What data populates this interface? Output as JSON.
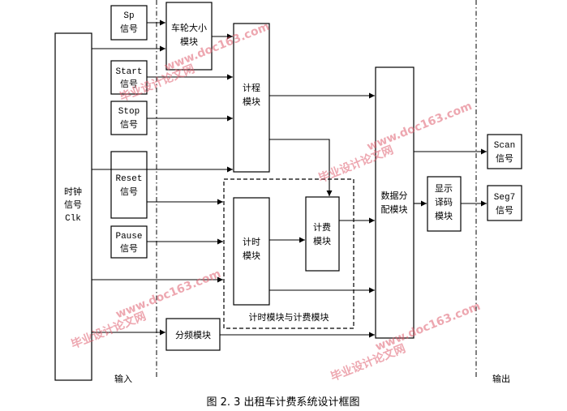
{
  "sections": {
    "input": "输入",
    "output": "输出"
  },
  "blocks": {
    "clock": [
      "时钟",
      "信号",
      "Clk"
    ],
    "sp": [
      "Sp",
      "信号"
    ],
    "start": [
      "Start",
      "信号"
    ],
    "stop": [
      "Stop",
      "信号"
    ],
    "reset": [
      "Reset",
      "信号"
    ],
    "pause": [
      "Pause",
      "信号"
    ],
    "wheel": [
      "车轮大小",
      "模块"
    ],
    "distance": [
      "计程",
      "模块"
    ],
    "timer": [
      "计时",
      "模块"
    ],
    "fee": [
      "计费",
      "模块"
    ],
    "divider": [
      "分频模块"
    ],
    "distributor": [
      "数据分",
      "配模块"
    ],
    "decoder": [
      "显示",
      "译码",
      "模块"
    ],
    "scan": [
      "Scan",
      "信号"
    ],
    "seg7": [
      "Seg7",
      "信号"
    ]
  },
  "group_label": "计时模块与计费模块",
  "caption": "图 2. 3  出租车计费系统设计框图",
  "watermark": {
    "cn": "毕业设计论文网",
    "url": "www.doc163.com",
    "color": "#e06070"
  }
}
